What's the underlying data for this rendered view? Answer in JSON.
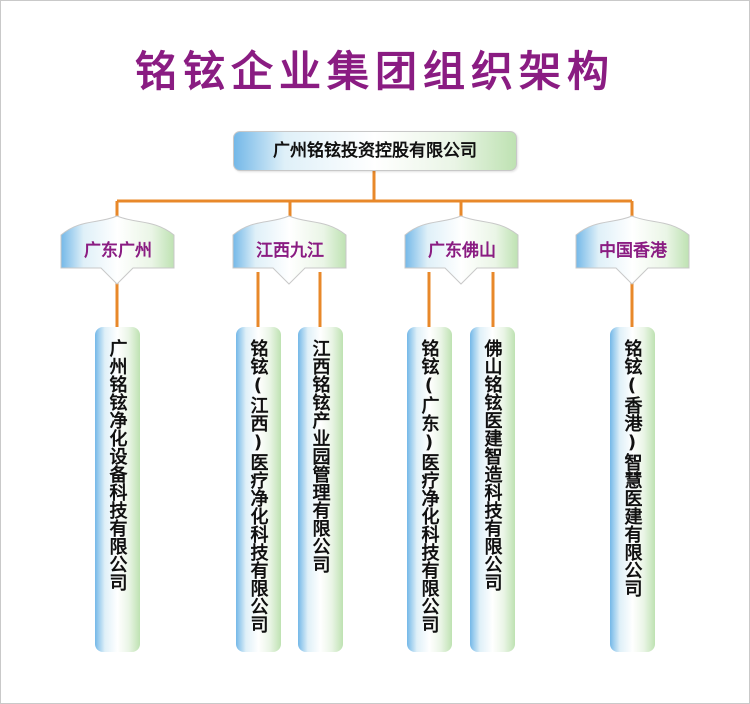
{
  "title": "铭铉企业集团组织架构",
  "root": "广州铭铉投资控股有限公司",
  "regions": [
    {
      "name": "广东广州"
    },
    {
      "name": "江西九江"
    },
    {
      "name": "广东佛山"
    },
    {
      "name": "中国香港"
    }
  ],
  "companies": [
    {
      "name": "广州铭铉净化设备科技有限公司",
      "region": "广东广州"
    },
    {
      "name": "铭铉(江西)医疗净化科技有限公司",
      "region": "江西九江"
    },
    {
      "name": "江西铭铉产业园管理有限公司",
      "region": "江西九江"
    },
    {
      "name": "铭铉(广东)医疗净化科技有限公司",
      "region": "广东佛山"
    },
    {
      "name": "佛山铭铉医建智造科技有限公司",
      "region": "广东佛山"
    },
    {
      "name": "铭铉(香港)智慧医建有限公司",
      "region": "中国香港"
    }
  ],
  "colors": {
    "title": "#8a1c82",
    "region_label": "#8a1c82",
    "connector": "#e8882a",
    "box_left": "#74b8e8",
    "box_right": "#bee2b2"
  }
}
